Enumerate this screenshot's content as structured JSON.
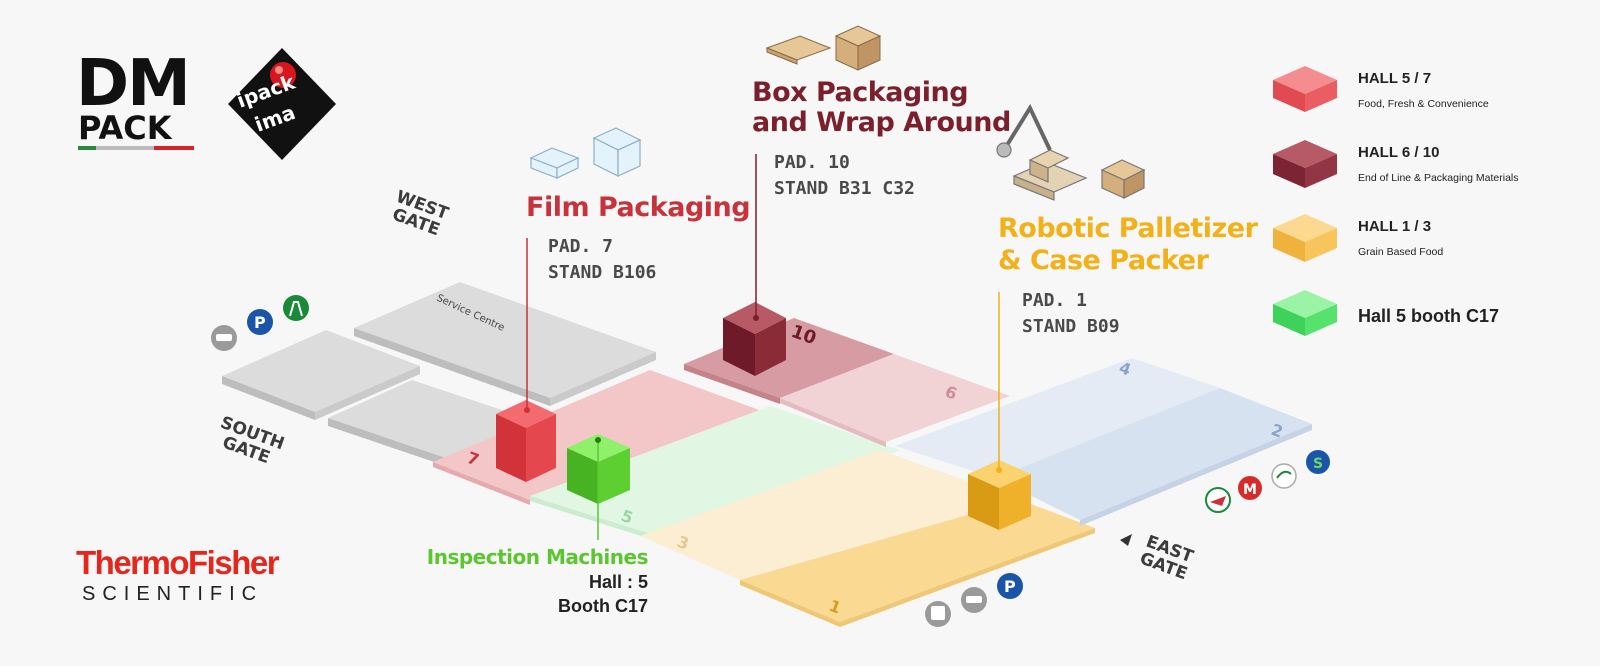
{
  "logos": {
    "dmpack_line1": "DM",
    "dmpack_line2": "PACK",
    "ipack_line1": "ipack",
    "ipack_line2": "ima",
    "thermo_part1": "Thermo",
    "thermo_part2": "Fisher",
    "thermo_sub": "SCIENTIFIC"
  },
  "areas": {
    "film": {
      "title": "Film Packaging",
      "pad": "PAD. 7",
      "stand": "STAND  B106",
      "color": "#c8323a"
    },
    "box": {
      "title_line1": "Box Packaging",
      "title_line2": "and Wrap Around",
      "pad": "PAD. 10",
      "stand": "STAND  B31  C32",
      "color": "#7a1f2b"
    },
    "robotic": {
      "title_line1": "Robotic Palletizer",
      "title_line2": "& Case Packer",
      "pad": "PAD. 1",
      "stand": "STAND  B09",
      "color": "#f2b019"
    },
    "inspection": {
      "title": "Inspection Machines",
      "hall": "Hall : 5",
      "booth": "Booth C17",
      "color": "#5cc631"
    }
  },
  "legend": [
    {
      "title": "HALL 5 / 7",
      "sub": "Food, Fresh & Convenience",
      "color": "#e8565c"
    },
    {
      "title": "HALL 6 / 10",
      "sub": "End of Line & Packaging Materials",
      "color": "#9b3a4a"
    },
    {
      "title": "HALL 1 / 3",
      "sub": "Grain Based Food",
      "color": "#f7c25c"
    },
    {
      "title": "Hall 5 booth C17",
      "sub": "",
      "color": "#4fe06a"
    }
  ],
  "gates": {
    "west": [
      "WEST",
      "GATE"
    ],
    "south": [
      "SOUTH",
      "GATE"
    ],
    "east": [
      "EAST",
      "GATE"
    ]
  },
  "halls": {
    "h7": "7",
    "h5": "5",
    "h3": "3",
    "h1": "1",
    "h10": "10",
    "h6": "6",
    "h4": "4",
    "h2": "2",
    "service": "Service Centre"
  },
  "icons": {
    "parking": "P",
    "metro": "M",
    "s_train": "S"
  }
}
